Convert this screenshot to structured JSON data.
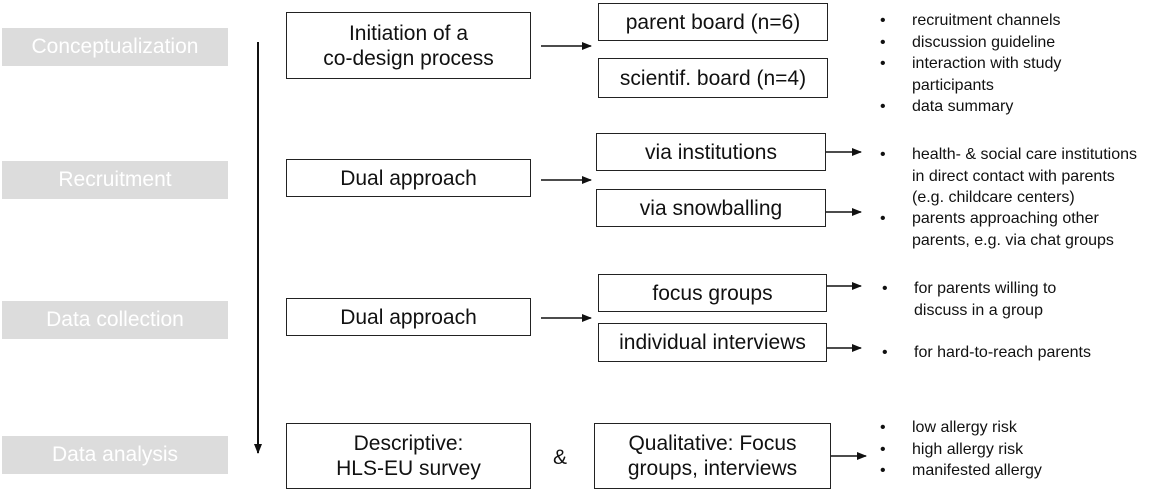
{
  "phases": [
    {
      "label": "Conceptualization"
    },
    {
      "label": "Recruitment"
    },
    {
      "label": "Data collection"
    },
    {
      "label": "Data analysis"
    }
  ],
  "boxes": {
    "initiation": {
      "line1": "Initiation of a",
      "line2": "co-design process"
    },
    "parent_board": "parent board (n=6)",
    "scientific_board": "scientif. board (n=4)",
    "dual_approach_recruitment": "Dual approach",
    "via_institutions": "via institutions",
    "via_snowballing": "via snowballing",
    "dual_approach_collection": "Dual approach",
    "focus_groups": "focus groups",
    "individual_interviews": "individual interviews",
    "descriptive": {
      "line1": "Descriptive:",
      "line2": "HLS-EU survey"
    },
    "qualitative": {
      "line1": "Qualitative: Focus",
      "line2": "groups, interviews"
    }
  },
  "ampersand": "&",
  "bullet_char": "•",
  "bullets": {
    "conceptualization": [
      [
        "recruitment channels"
      ],
      [
        "discussion guideline"
      ],
      [
        "interaction with study",
        "participants"
      ],
      [
        "data summary"
      ]
    ],
    "institutions": [
      [
        "health- & social care institutions",
        "in direct contact with parents",
        "(e.g. childcare centers)"
      ]
    ],
    "snowballing": [
      [
        "parents approaching other",
        "parents, e.g. via chat groups"
      ]
    ],
    "focus": [
      [
        "for parents willing to",
        "discuss in a group"
      ]
    ],
    "interviews": [
      [
        "for hard-to-reach parents"
      ]
    ],
    "analysis": [
      [
        "low allergy risk"
      ],
      [
        "high allergy risk"
      ],
      [
        "manifested allergy"
      ]
    ]
  }
}
